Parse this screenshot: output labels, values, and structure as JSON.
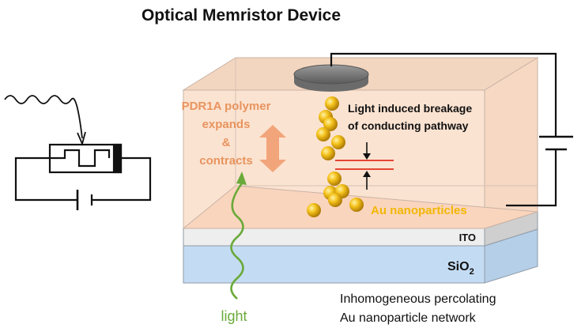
{
  "title": "Optical Memristor Device",
  "labels": {
    "polymer": [
      "PDR1A polymer",
      "expands",
      "&",
      "contracts"
    ],
    "breakage": [
      "Light induced breakage",
      "of conducting pathway"
    ],
    "nanoparticles": "Au nanoparticles",
    "ito": "ITO",
    "substrate_main": "SiO",
    "substrate_sub": "2",
    "light": "light",
    "network": [
      "Inhomogeneous percolating",
      "Au nanoparticle network"
    ]
  },
  "colors": {
    "polymer_text": "#e8945e",
    "nanoparticle_text": "#f2b705",
    "light": "#6aaa3a",
    "arrow": "#f2a57a",
    "gap_lines": "#e0301e"
  },
  "icons": {
    "electrode": "disc-electrode-icon",
    "battery": "battery-symbol-icon",
    "memristor": "memristor-circuit-icon"
  }
}
